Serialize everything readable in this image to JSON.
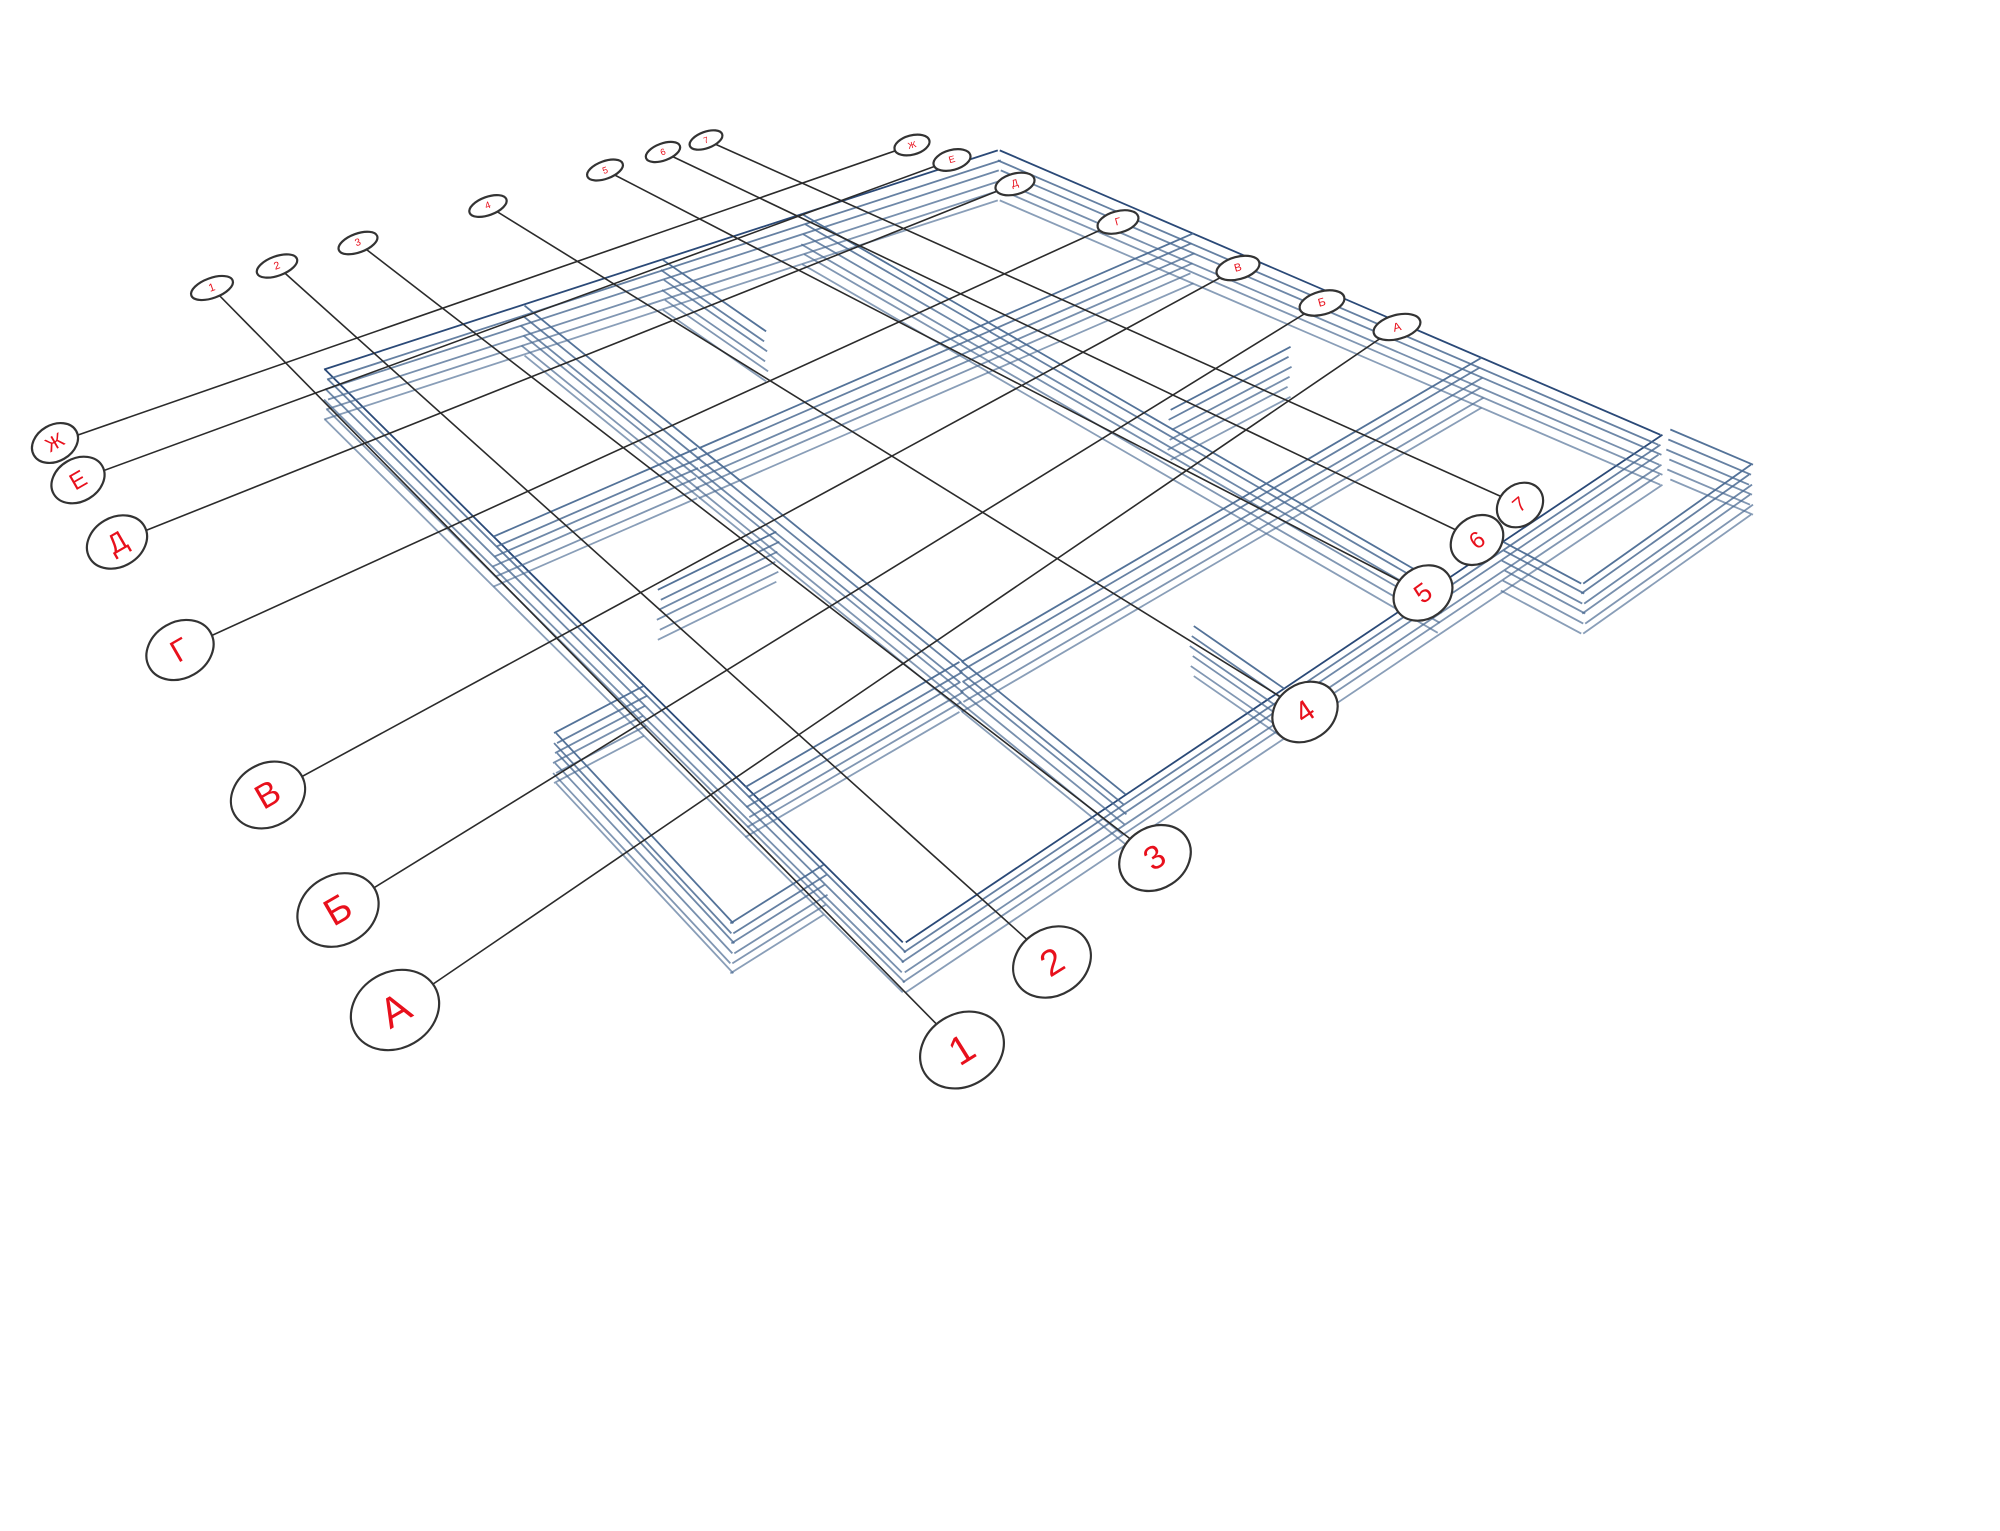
{
  "colors": {
    "background": "#ffffff",
    "axis_line": "#2b2b2b",
    "bubble_stroke": "#333333",
    "bubble_label": "#e8101c",
    "plan_line": "#4a6a92",
    "plan_line_dark": "#1f3f70"
  },
  "grid_axes": {
    "numbered": [
      "1",
      "2",
      "3",
      "4",
      "5",
      "6",
      "7"
    ],
    "lettered": [
      "А",
      "Б",
      "В",
      "Г",
      "Д",
      "Е",
      "Ж"
    ]
  }
}
